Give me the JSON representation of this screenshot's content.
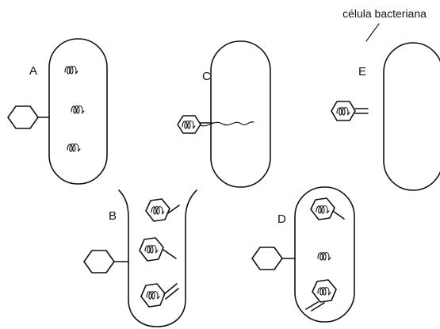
{
  "caption": "célula bacteriana",
  "panels": [
    {
      "id": "A",
      "label": "A"
    },
    {
      "id": "B",
      "label": "B"
    },
    {
      "id": "C",
      "label": "C"
    },
    {
      "id": "D",
      "label": "D"
    },
    {
      "id": "E",
      "label": "E"
    }
  ]
}
